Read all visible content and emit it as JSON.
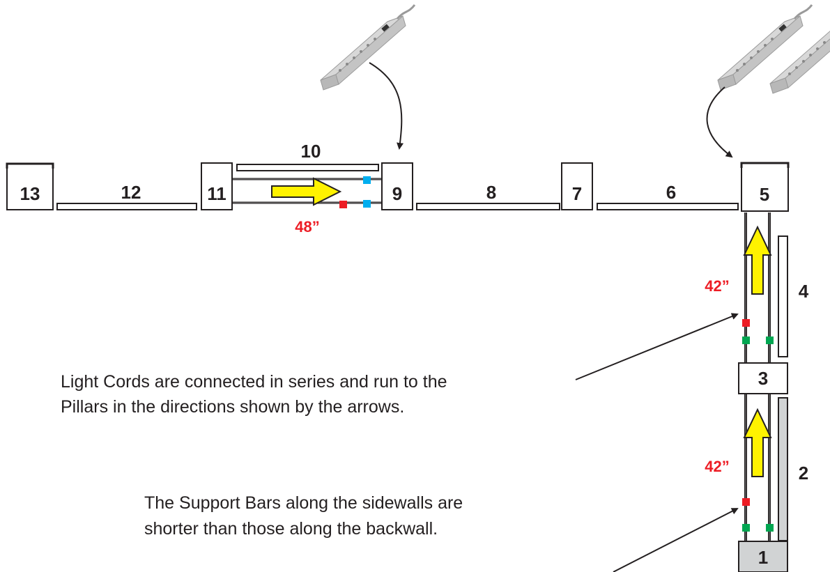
{
  "components": {
    "c1": "1",
    "c2": "2",
    "c3": "3",
    "c4": "4",
    "c5": "5",
    "c6": "6",
    "c7": "7",
    "c8": "8",
    "c9": "9",
    "c10": "10",
    "c11": "11",
    "c12": "12",
    "c13": "13"
  },
  "measurements": {
    "backwall": "48”",
    "sidewall_upper": "42”",
    "sidewall_lower": "42”"
  },
  "notes": {
    "light_cords_line1": "Light Cords are connected in series and run to the",
    "light_cords_line2": "Pillars in the directions shown by the arrows.",
    "support_bars_line1": "The Support Bars along the sidewalls are",
    "support_bars_line2": "shorter than those along the backwall."
  },
  "icons": [
    "power-strip-icon"
  ],
  "colors": {
    "outline": "#231f20",
    "arrow_fill": "#fff200",
    "measurement": "#ed1c24",
    "connector_red": "#ed1c24",
    "connector_blue": "#00aeef",
    "connector_green": "#00a651",
    "shaded_panel": "#d1d3d4"
  }
}
